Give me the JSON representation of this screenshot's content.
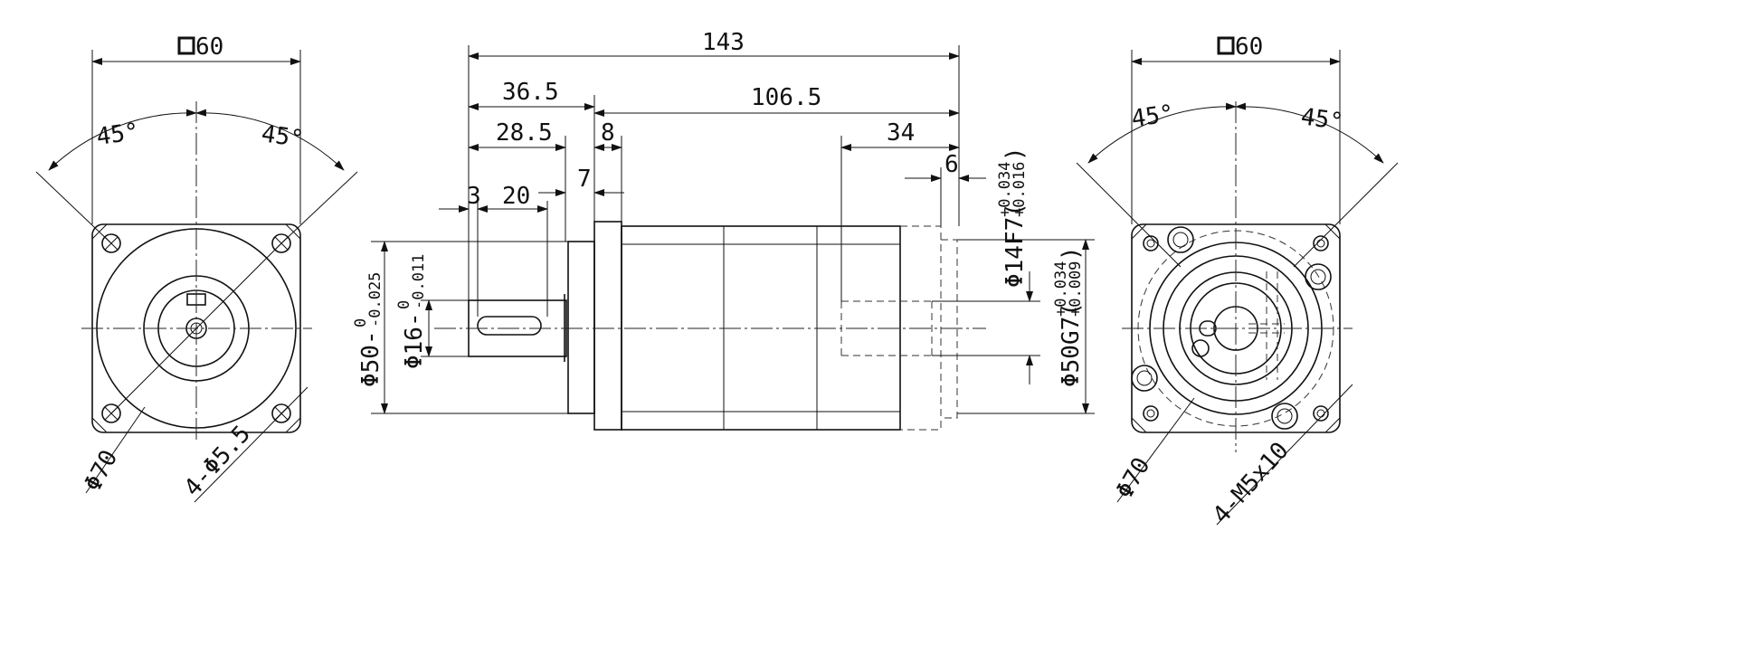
{
  "views": {
    "front": {
      "square_label": "60",
      "angle_left": "45°",
      "angle_right": "45°",
      "dia_label": "Φ70",
      "holes_label": "4-Φ5.5"
    },
    "side": {
      "overall_length": "143",
      "flange_to_shaft": "36.5",
      "body_length": "106.5",
      "shaft_section": "28.5",
      "flange_thickness": "8",
      "spigot_length": "7",
      "key_offset": "3",
      "key_length": "20",
      "bore_depth": "34",
      "bore_step": "6",
      "pilot_dia": "Φ50-",
      "pilot_tol_upper": "0",
      "pilot_tol_lower": "-0.025",
      "shaft_dia": "Φ16-",
      "shaft_tol_upper": "0",
      "shaft_tol_lower": "-0.011",
      "bore_fit": "Φ14F7(",
      "bore_fit_upper": "+0.034",
      "bore_fit_lower": "+0.016",
      "bore_fit_close": ")",
      "recess_fit": "Φ50G7(",
      "recess_fit_upper": "+0.034",
      "recess_fit_lower": "+0.009",
      "recess_fit_close": ")"
    },
    "back": {
      "square_label": "60",
      "angle_left": "45°",
      "angle_right": "45°",
      "dia_label": "Φ70",
      "thread_label": "4-M5x10"
    }
  }
}
